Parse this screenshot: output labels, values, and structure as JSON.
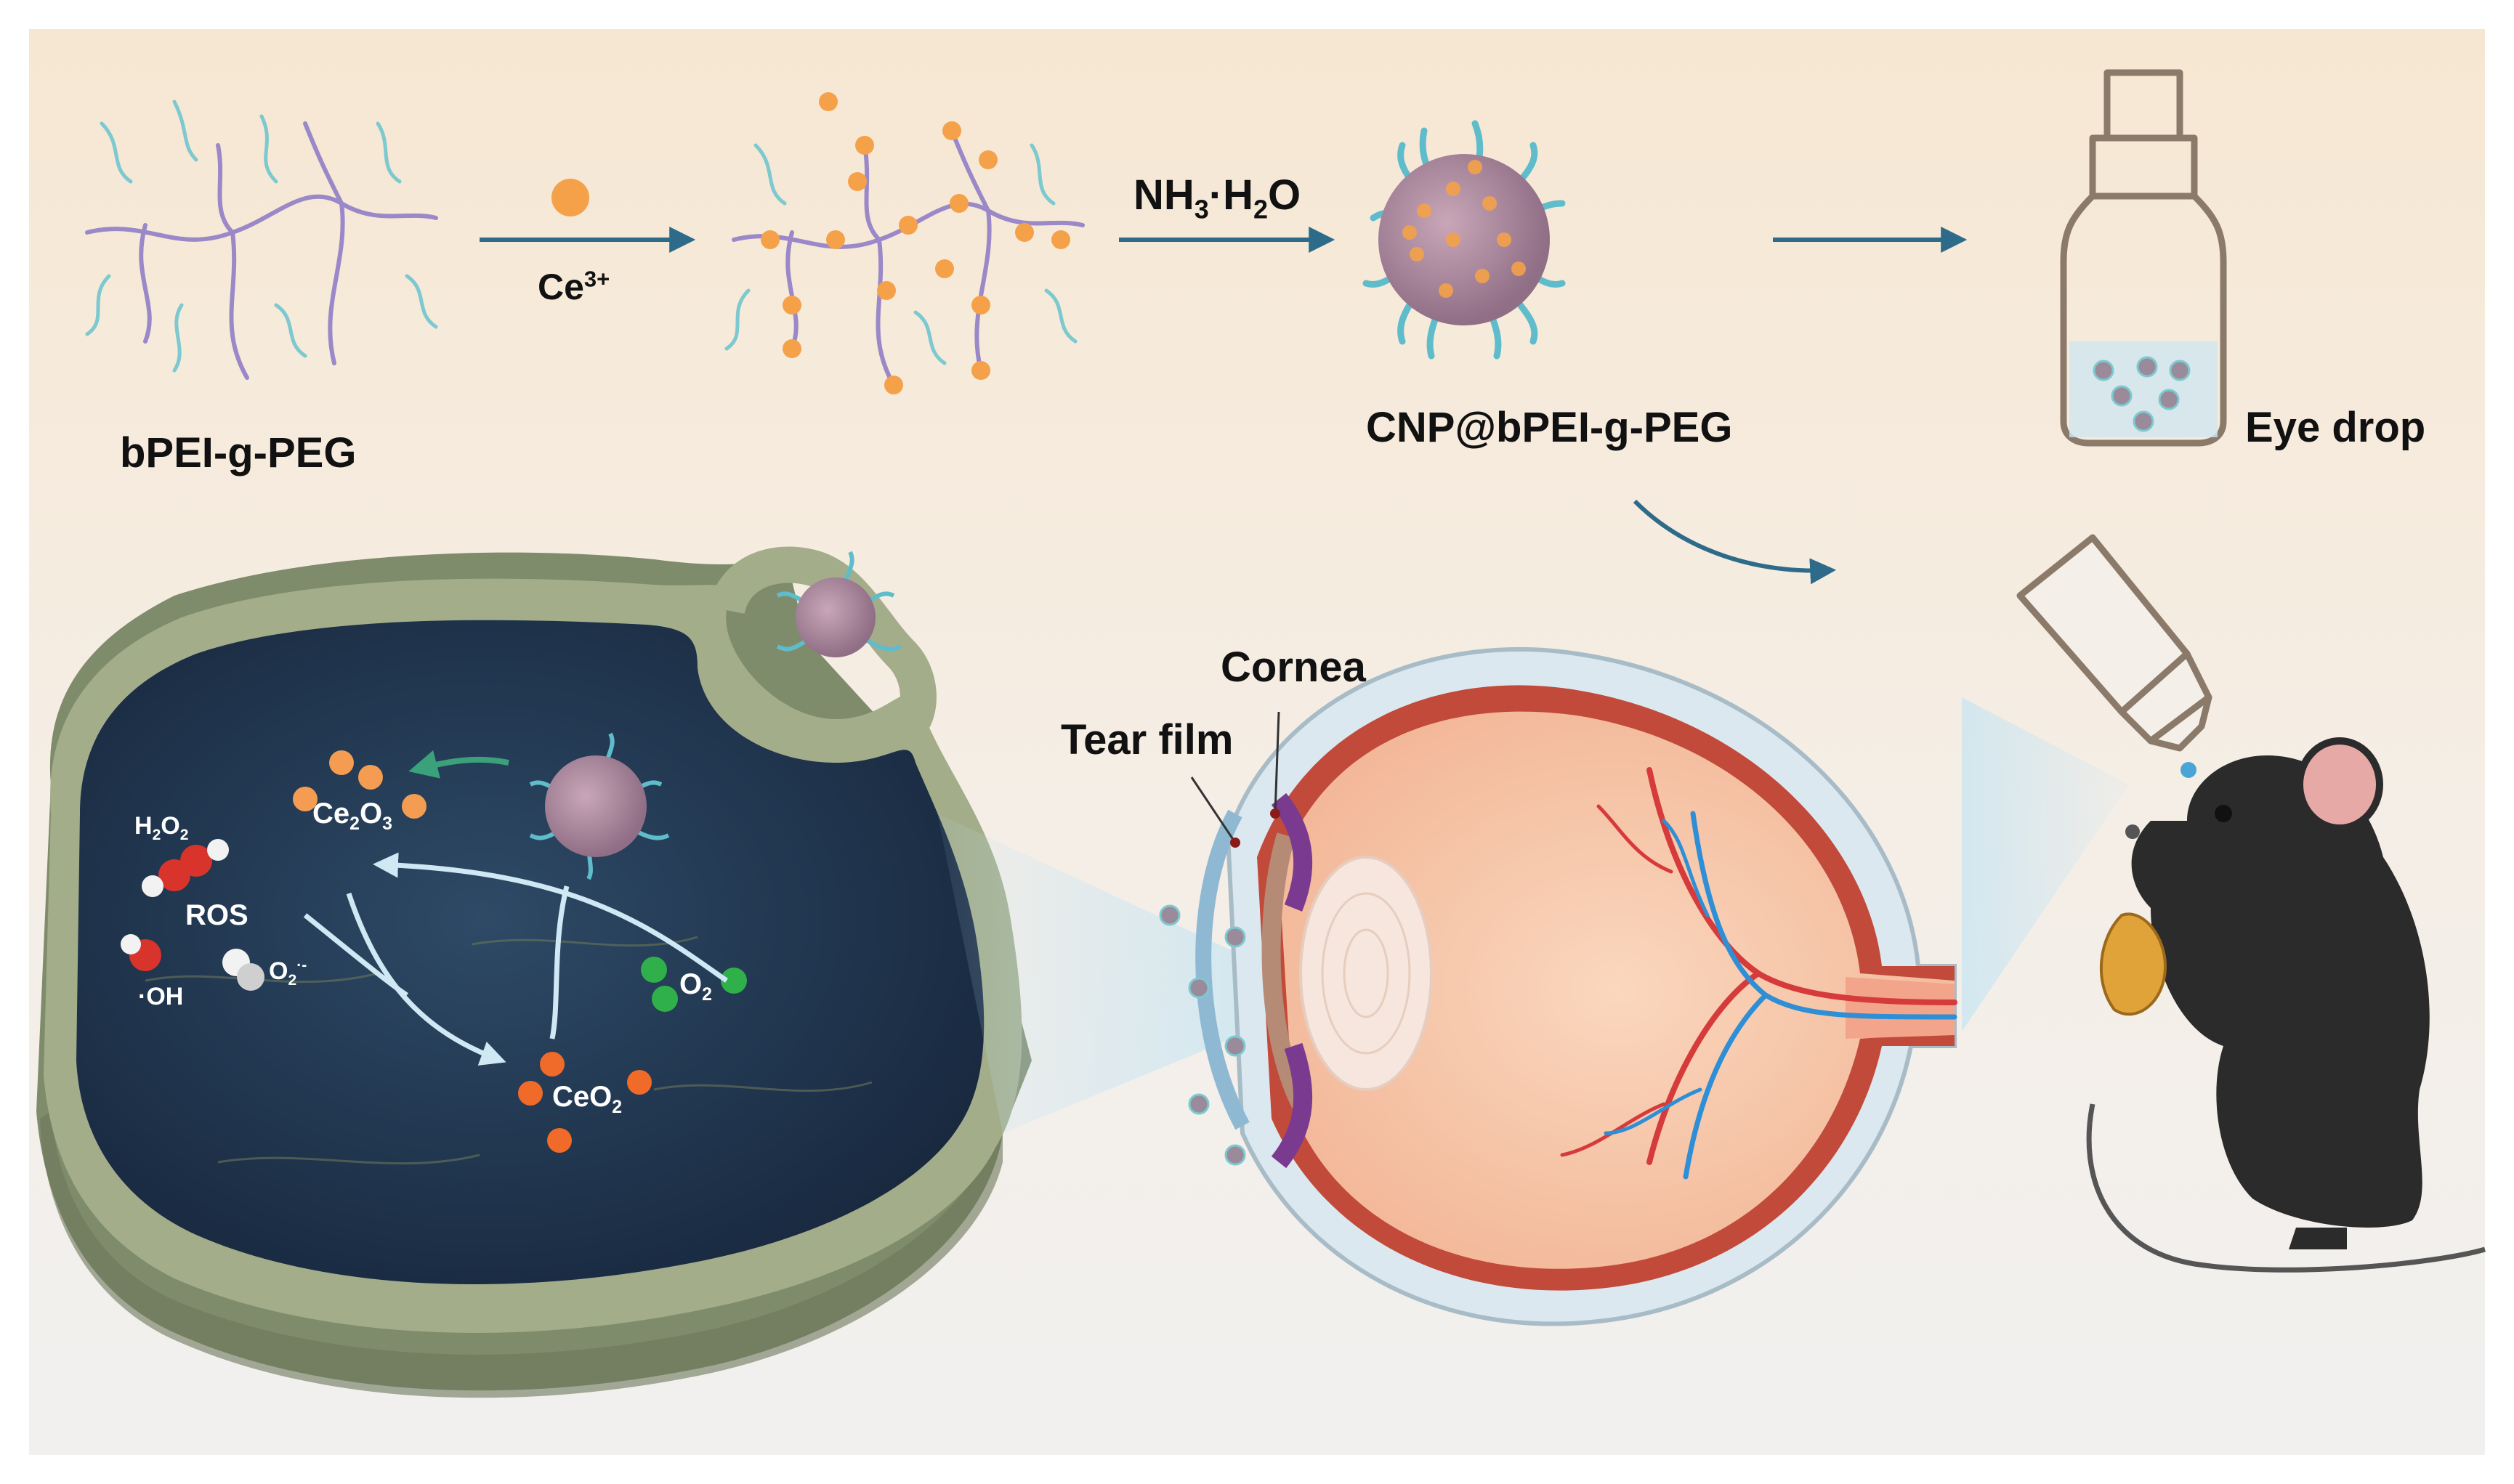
{
  "labels": {
    "bpei": "bPEI-g-PEG",
    "ce_ion": "Ce",
    "ce_ion_sup": "3+",
    "nh3_a": "NH",
    "nh3_sub": "3",
    "nh3_dot": "·H",
    "nh3_sub2": "2",
    "nh3_o": "O",
    "cnp": "CNP@bPEI-g-PEG",
    "eye_drop": "Eye drop",
    "cornea": "Cornea",
    "tear_film": "Tear film",
    "h2o2_h": "H",
    "h2o2_sub1": "2",
    "h2o2_o": "O",
    "h2o2_sub2": "2",
    "ros": "ROS",
    "oh": "·OH",
    "o2r_o": "O",
    "o2r_sub": "2",
    "o2r_sup": "·-",
    "ce2o3_ce": "Ce",
    "ce2o3_sub1": "2",
    "ce2o3_o": "O",
    "ce2o3_sub2": "3",
    "o2_o": "O",
    "o2_sub": "2",
    "ceo2_ce": "CeO",
    "ceo2_sub": "2"
  },
  "colors": {
    "background_top": "#f6ead8",
    "background_bottom": "#f3f1ef",
    "arrow": "#2e6b8a",
    "polymer_backbone": "#9a88c8",
    "peg_chain": "#7cc9d0",
    "cerium_ion": "#f4a14a",
    "cell_interior": "#1e3247",
    "membrane": "#8d9a7a",
    "eyeball": "#f7c6a8",
    "vessel_red": "#d63b3b",
    "vessel_blue": "#2f8fd6",
    "mouse": "#2b2b2b",
    "ros_red": "#d9342b",
    "o2_green": "#2fb04a"
  }
}
